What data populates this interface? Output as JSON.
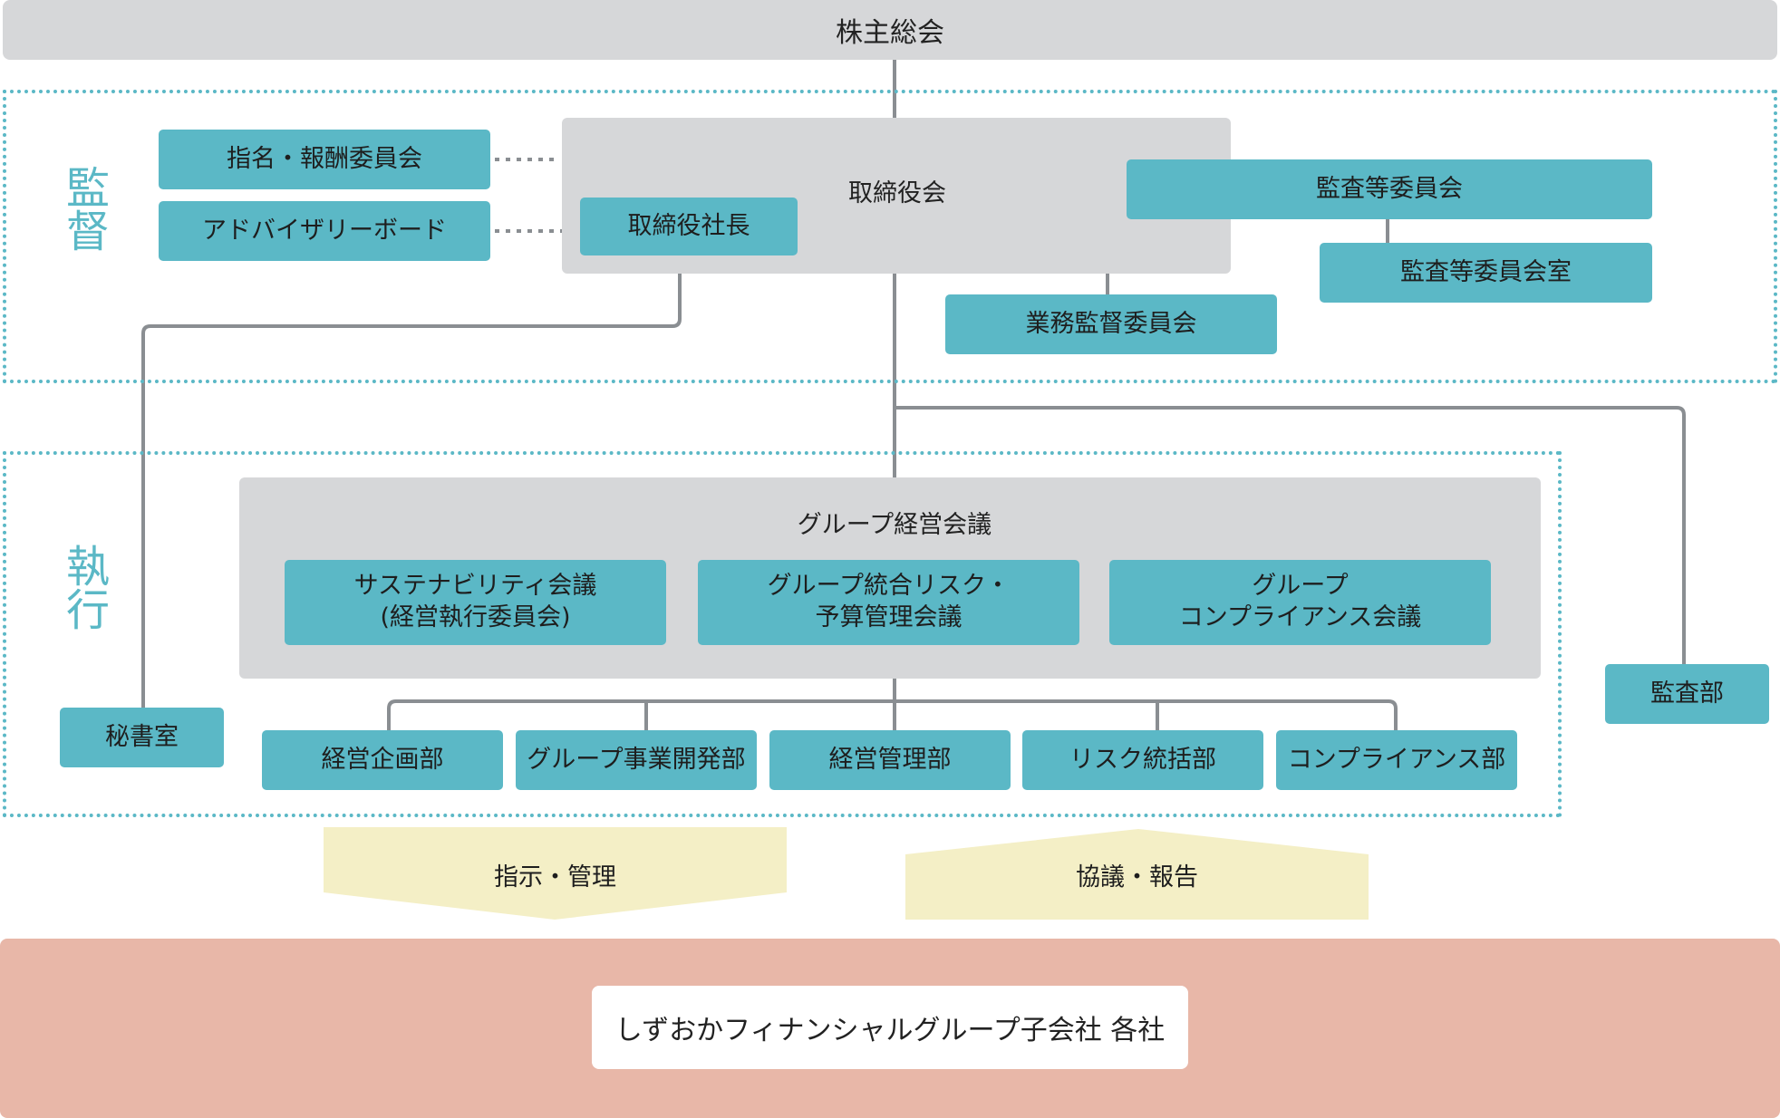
{
  "shareholders": "株主総会",
  "sections": {
    "supervision": "監督",
    "execution": "執行"
  },
  "supervision": {
    "board": "取締役会",
    "president": "取締役社長",
    "nomination_committee": "指名・報酬委員会",
    "advisory_board": "アドバイザリーボード",
    "audit_committee": "監査等委員会",
    "audit_committee_office": "監査等委員会室",
    "business_supervision_committee": "業務監督委員会"
  },
  "execution": {
    "group_management_meeting": "グループ経営会議",
    "meetings": [
      {
        "line1": "サステナビリティ会議",
        "line2": "(経営執行委員会)"
      },
      {
        "line1": "グループ統合リスク・",
        "line2": "予算管理会議"
      },
      {
        "line1": "グループ",
        "line2": "コンプライアンス会議"
      }
    ],
    "secretariat": "秘書室",
    "internal_audit": "監査部",
    "departments": [
      "経営企画部",
      "グループ事業開発部",
      "経営管理部",
      "リスク統括部",
      "コンプライアンス部"
    ]
  },
  "arrows": {
    "down_label": "指示・管理",
    "up_label": "協議・報告"
  },
  "subsidiaries": "しずおかフィナンシャルグループ子会社 各社",
  "colors": {
    "teal": "#5bb8c6",
    "gray": "#d6d7d9",
    "line": "#8a8e92",
    "arrow_fill": "#f4efc6",
    "subsidiary_band": "#e8b7a8"
  }
}
